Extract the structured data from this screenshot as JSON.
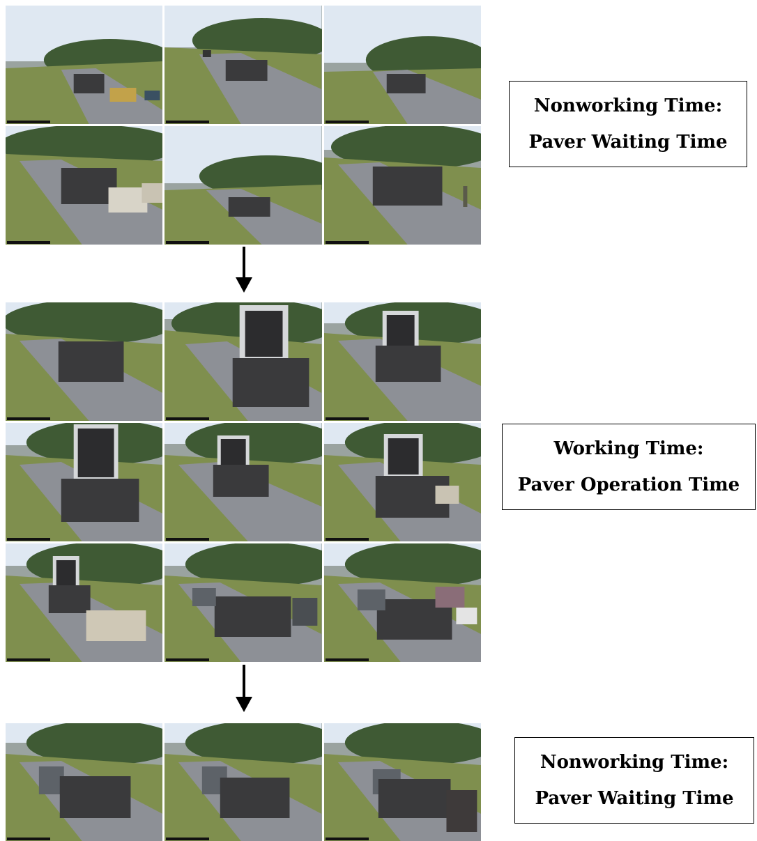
{
  "labels": [
    {
      "line1": "Nonworking Time:",
      "line2": "Paver Waiting Time"
    },
    {
      "line1": "Working Time:",
      "line2": "Paver Operation Time"
    },
    {
      "line1": "Nonworking Time:",
      "line2": "Paver Waiting Time"
    }
  ],
  "photo_groups": [
    {
      "count": 6
    },
    {
      "count": 9
    },
    {
      "count": 3
    }
  ],
  "colors": {
    "sky": "#dfe8f2",
    "trees": "#3f5a34",
    "grass": "#7f8f4e",
    "road": "#8d9096",
    "paver": "#3a3a3c",
    "box_border": "#000000",
    "arrow": "#000000"
  }
}
